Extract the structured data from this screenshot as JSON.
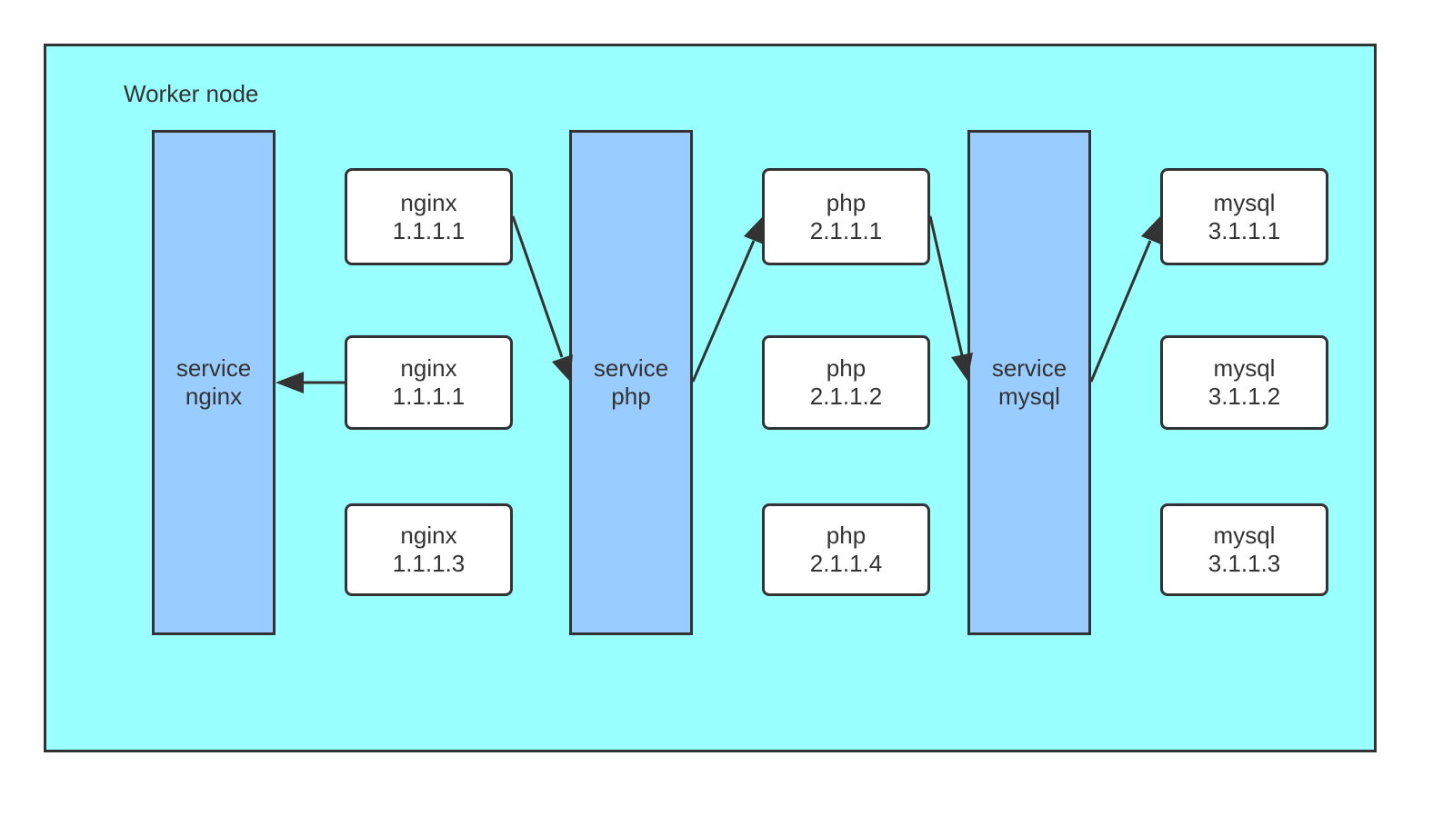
{
  "diagram": {
    "title": "Worker node",
    "services": [
      {
        "line1": "service",
        "line2": "nginx"
      },
      {
        "line1": "service",
        "line2": "php"
      },
      {
        "line1": "service",
        "line2": "mysql"
      }
    ],
    "pods": {
      "nginx": [
        {
          "name": "nginx",
          "ip": "1.1.1.1"
        },
        {
          "name": "nginx",
          "ip": "1.1.1.1"
        },
        {
          "name": "nginx",
          "ip": "1.1.1.3"
        }
      ],
      "php": [
        {
          "name": "php",
          "ip": "2.1.1.1"
        },
        {
          "name": "php",
          "ip": "2.1.1.2"
        },
        {
          "name": "php",
          "ip": "2.1.1.4"
        }
      ],
      "mysql": [
        {
          "name": "mysql",
          "ip": "3.1.1.1"
        },
        {
          "name": "mysql",
          "ip": "3.1.1.2"
        },
        {
          "name": "mysql",
          "ip": "3.1.1.3"
        }
      ]
    },
    "colors": {
      "node_background": "#99ffff",
      "service_fill": "#99ccff",
      "pod_fill": "#ffffff",
      "stroke": "#333333"
    }
  }
}
